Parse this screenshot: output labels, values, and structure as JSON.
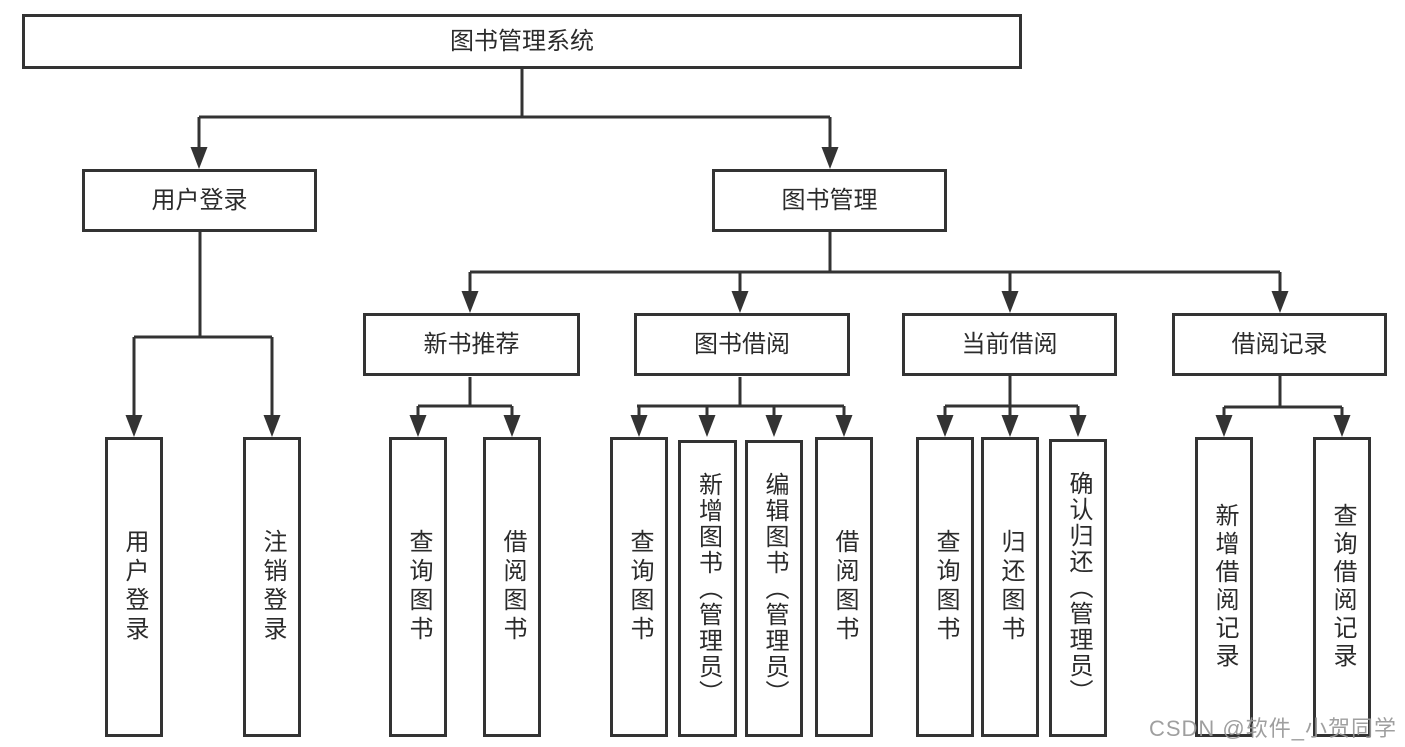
{
  "diagram": {
    "type": "tree",
    "title": "图书管理系统",
    "tree": {
      "label": "图书管理系统",
      "children": [
        {
          "label": "用户登录",
          "children": [
            {
              "label": "用户登录"
            },
            {
              "label": "注销登录"
            }
          ]
        },
        {
          "label": "图书管理",
          "children": [
            {
              "label": "新书推荐",
              "children": [
                {
                  "label": "查询图书"
                },
                {
                  "label": "借阅图书"
                }
              ]
            },
            {
              "label": "图书借阅",
              "children": [
                {
                  "label": "查询图书"
                },
                {
                  "label": "新增图书（管理员）"
                },
                {
                  "label": "编辑图书（管理员）"
                },
                {
                  "label": "借阅图书"
                }
              ]
            },
            {
              "label": "当前借阅",
              "children": [
                {
                  "label": "查询图书"
                },
                {
                  "label": "归还图书"
                },
                {
                  "label": "确认归还（管理员）"
                }
              ]
            },
            {
              "label": "借阅记录",
              "children": [
                {
                  "label": "新增借阅记录"
                },
                {
                  "label": "查询借阅记录"
                }
              ]
            }
          ]
        }
      ]
    },
    "colors": {
      "line": "#333333",
      "box_border": "#333333",
      "box_background": "#ffffff",
      "text": "#2b2b2b",
      "watermark": "#979797"
    }
  },
  "watermark": {
    "text": "CSDN @软件_小贺同学"
  }
}
